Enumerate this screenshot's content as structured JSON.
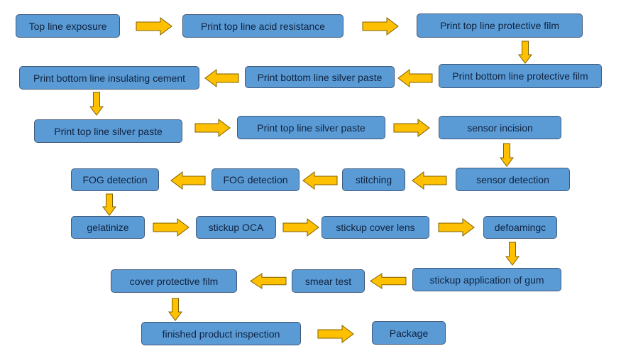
{
  "colors": {
    "box_fill": "#5b9bd5",
    "box_border": "#41597a",
    "box_text": "#0f2340",
    "arrow_fill": "#ffc000",
    "arrow_stroke": "#7f6000"
  },
  "steps": [
    "Top line exposure",
    "Print top line acid resistance",
    "Print top line protective film",
    "Print bottom line protective film",
    "Print bottom line silver paste",
    "Print bottom line insulating cement",
    "Print top line silver paste",
    "Print top line silver paste",
    "sensor incision",
    "sensor detection",
    "stitching",
    "FOG detection",
    "FOG detection",
    "gelatinize",
    "stickup OCA",
    "stickup cover lens",
    "defoamingc",
    "stickup application of gum",
    "smear test",
    "cover protective film",
    "finished product inspection",
    "Package"
  ],
  "arrows": [
    "right",
    "right",
    "down",
    "left",
    "left",
    "down",
    "right",
    "right",
    "down",
    "left",
    "left",
    "left",
    "down",
    "right",
    "right",
    "right",
    "down",
    "left",
    "left",
    "down",
    "right"
  ]
}
